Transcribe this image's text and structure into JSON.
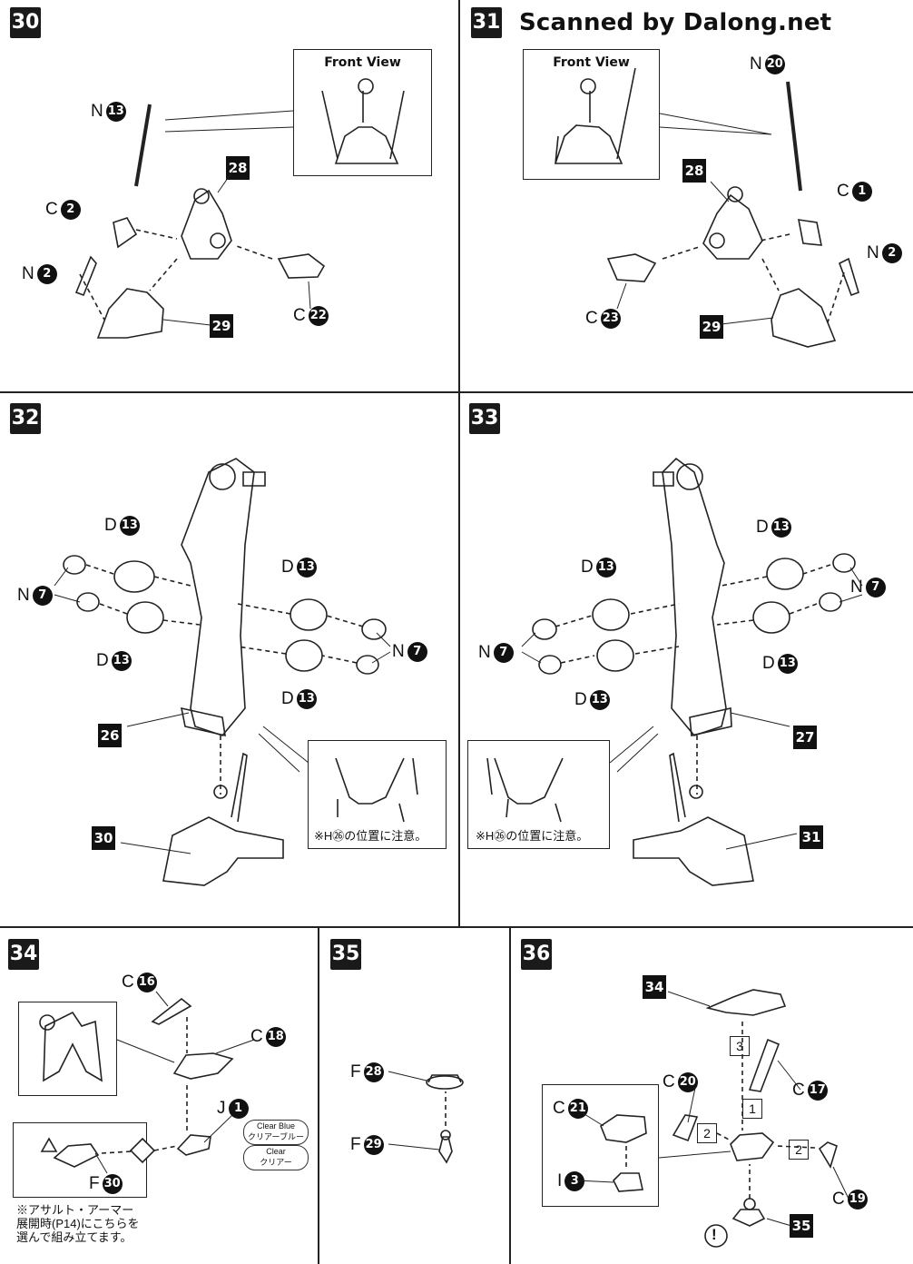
{
  "header": {
    "scan_credit": "Scanned by Dalong.net"
  },
  "steps": {
    "s30": {
      "number": "30",
      "inset_title": "Front View",
      "sub_number": "28",
      "sub_number_b": "29",
      "labels": {
        "n13": {
          "letter": "N",
          "num": "13"
        },
        "c2": {
          "letter": "C",
          "num": "2"
        },
        "n2": {
          "letter": "N",
          "num": "2"
        },
        "c22": {
          "letter": "C",
          "num": "22"
        }
      }
    },
    "s31": {
      "number": "31",
      "inset_title": "Front View",
      "sub_number": "28",
      "sub_number_b": "29",
      "labels": {
        "n20": {
          "letter": "N",
          "num": "20"
        },
        "c1": {
          "letter": "C",
          "num": "1"
        },
        "n2": {
          "letter": "N",
          "num": "2"
        },
        "c23": {
          "letter": "C",
          "num": "23"
        }
      }
    },
    "s32": {
      "number": "32",
      "sub_a": "26",
      "sub_b": "30",
      "note": "※H㉖の位置に注意。",
      "labels": {
        "d13a": {
          "letter": "D",
          "num": "13"
        },
        "n7a": {
          "letter": "N",
          "num": "7"
        },
        "d13b": {
          "letter": "D",
          "num": "13"
        },
        "d13c": {
          "letter": "D",
          "num": "13"
        },
        "n7b": {
          "letter": "N",
          "num": "7"
        },
        "d13d": {
          "letter": "D",
          "num": "13"
        }
      }
    },
    "s33": {
      "number": "33",
      "sub_a": "27",
      "sub_b": "31",
      "note": "※H㉖の位置に注意。",
      "labels": {
        "d13a": {
          "letter": "D",
          "num": "13"
        },
        "n7a": {
          "letter": "N",
          "num": "7"
        },
        "d13b": {
          "letter": "D",
          "num": "13"
        },
        "d13c": {
          "letter": "D",
          "num": "13"
        },
        "n7b": {
          "letter": "N",
          "num": "7"
        },
        "d13d": {
          "letter": "D",
          "num": "13"
        }
      }
    },
    "s34": {
      "number": "34",
      "labels": {
        "c16": {
          "letter": "C",
          "num": "16"
        },
        "c18": {
          "letter": "C",
          "num": "18"
        },
        "j1": {
          "letter": "J",
          "num": "1"
        },
        "f30": {
          "letter": "F",
          "num": "30"
        }
      },
      "option_a": {
        "en": "Clear Blue",
        "jp": "クリアーブルー"
      },
      "option_b": {
        "en": "Clear",
        "jp": "クリアー"
      },
      "note": "※アサルト・アーマー\n展開時(P14)にこちらを\n選んで組み立てます。"
    },
    "s35": {
      "number": "35",
      "labels": {
        "f28": {
          "letter": "F",
          "num": "28"
        },
        "f29": {
          "letter": "F",
          "num": "29"
        }
      }
    },
    "s36": {
      "number": "36",
      "sub_a": "34",
      "sub_b": "35",
      "order": [
        "3",
        "1",
        "2",
        "2"
      ],
      "labels": {
        "c20": {
          "letter": "C",
          "num": "20"
        },
        "c21": {
          "letter": "C",
          "num": "21"
        },
        "i3": {
          "letter": "I",
          "num": "3"
        },
        "c17": {
          "letter": "C",
          "num": "17"
        },
        "c19": {
          "letter": "C",
          "num": "19"
        }
      }
    }
  }
}
